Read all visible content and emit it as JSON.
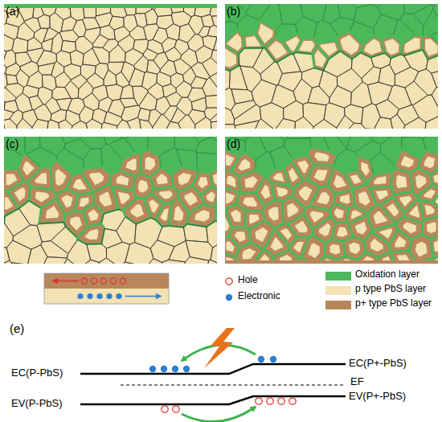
{
  "diagram": {
    "labels": [
      "(a)",
      "(b)",
      "(c)",
      "(d)",
      "(e)",
      "EC(P-PbS)",
      "EC(P+-PbS)",
      "EF",
      "EV(P-PbS)",
      "EV(P+-PbS)"
    ],
    "legend": [
      {
        "text": "Hole"
      },
      {
        "text": "Electronic"
      },
      {
        "text": "Oxidation layer",
        "color": "#4cb85c"
      },
      {
        "text": "p type PbS layer",
        "color": "#f3e2b3"
      },
      {
        "text": "p+ type PbS layer",
        "color": "#b8875a"
      }
    ]
  }
}
